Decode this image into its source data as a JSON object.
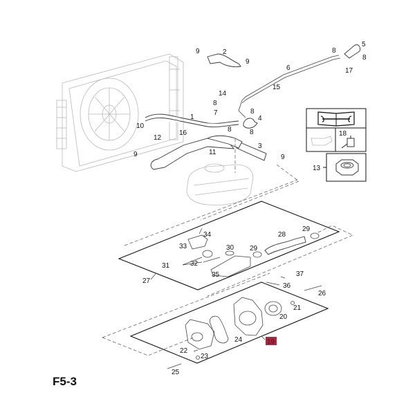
{
  "diagram": {
    "figure_id": "F5-3",
    "highlight_color": "#a8283f",
    "highlighted_part": "19",
    "callouts": [
      {
        "id": "c1",
        "label": "1"
      },
      {
        "id": "c2",
        "label": "2"
      },
      {
        "id": "c3",
        "label": "3"
      },
      {
        "id": "c4",
        "label": "4"
      },
      {
        "id": "c5",
        "label": "5"
      },
      {
        "id": "c6",
        "label": "6"
      },
      {
        "id": "c7",
        "label": "7"
      },
      {
        "id": "c8a",
        "label": "8"
      },
      {
        "id": "c8b",
        "label": "8"
      },
      {
        "id": "c8c",
        "label": "8"
      },
      {
        "id": "c8d",
        "label": "8"
      },
      {
        "id": "c8e",
        "label": "8"
      },
      {
        "id": "c8f",
        "label": "8"
      },
      {
        "id": "c9a",
        "label": "9"
      },
      {
        "id": "c9b",
        "label": "9"
      },
      {
        "id": "c9c",
        "label": "9"
      },
      {
        "id": "c9d",
        "label": "9"
      },
      {
        "id": "c10",
        "label": "10"
      },
      {
        "id": "c11",
        "label": "11"
      },
      {
        "id": "c12",
        "label": "12"
      },
      {
        "id": "c13",
        "label": "13"
      },
      {
        "id": "c14",
        "label": "14"
      },
      {
        "id": "c15",
        "label": "15"
      },
      {
        "id": "c16",
        "label": "16"
      },
      {
        "id": "c17",
        "label": "17"
      },
      {
        "id": "c18",
        "label": "18"
      },
      {
        "id": "c19",
        "label": "19"
      },
      {
        "id": "c20",
        "label": "20"
      },
      {
        "id": "c21",
        "label": "21"
      },
      {
        "id": "c22",
        "label": "22"
      },
      {
        "id": "c23",
        "label": "23"
      },
      {
        "id": "c24",
        "label": "24"
      },
      {
        "id": "c25",
        "label": "25"
      },
      {
        "id": "c26",
        "label": "26"
      },
      {
        "id": "c27",
        "label": "27"
      },
      {
        "id": "c28",
        "label": "28"
      },
      {
        "id": "c29a",
        "label": "29"
      },
      {
        "id": "c29b",
        "label": "29"
      },
      {
        "id": "c30",
        "label": "30"
      },
      {
        "id": "c31",
        "label": "31"
      },
      {
        "id": "c32",
        "label": "32"
      },
      {
        "id": "c33",
        "label": "33"
      },
      {
        "id": "c34",
        "label": "34"
      },
      {
        "id": "c35",
        "label": "35"
      },
      {
        "id": "c36",
        "label": "36"
      },
      {
        "id": "c37",
        "label": "37"
      }
    ],
    "legend_box": {
      "icons": [
        "service-manual-wrench-icon",
        "oil-can-icon",
        "sensor-icon"
      ],
      "sensor_label": "18"
    },
    "nut_box": {
      "label": "13",
      "icon": "hex-nut-icon"
    }
  }
}
